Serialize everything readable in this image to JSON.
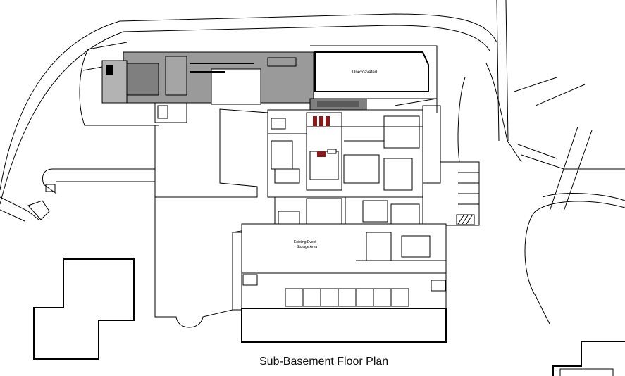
{
  "caption": "Sub-Basement Floor Plan",
  "labels": {
    "unexcavated": "Unexcavated",
    "storage_line1": "Existing Event",
    "storage_line2": "Storage Area"
  },
  "colors": {
    "line": "#000000",
    "dark_fill": "#9a9a9a",
    "mid_fill": "#b3b3b3",
    "red_mark": "#8b1a1a"
  }
}
